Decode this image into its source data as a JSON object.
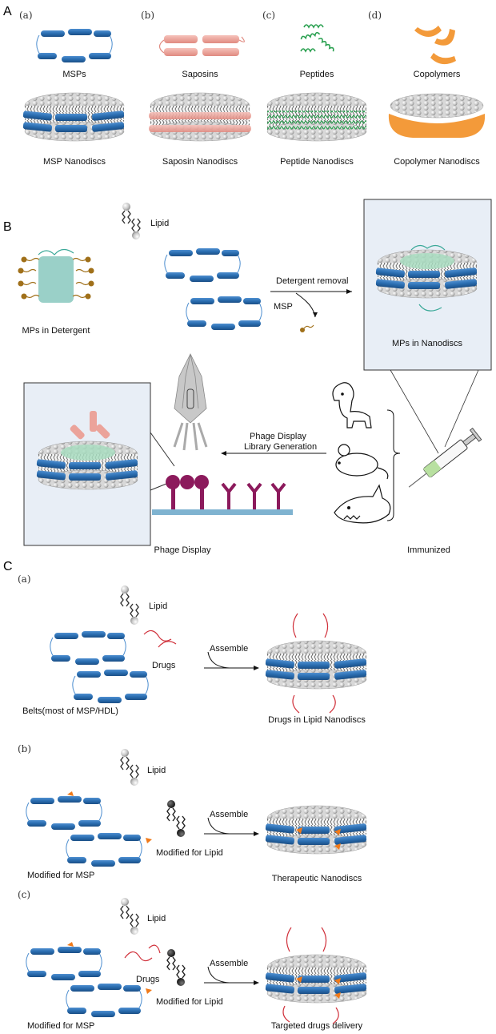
{
  "panel_A": {
    "letter": "A",
    "columns": [
      {
        "tag": "(a)",
        "component": "MSPs",
        "nanodisc": "MSP Nanodiscs"
      },
      {
        "tag": "(b)",
        "component": "Saposins",
        "nanodisc": "Saposin Nanodiscs"
      },
      {
        "tag": "(c)",
        "component": "Peptides",
        "nanodisc": "Peptide Nanodiscs"
      },
      {
        "tag": "(d)",
        "component": "Copolymers",
        "nanodisc": "Copolymer Nanodiscs"
      }
    ]
  },
  "panel_B": {
    "letter": "B",
    "lipid": "Lipid",
    "mps_detergent": "MPs in Detergent",
    "msp": "MSP",
    "detergent_removal": "Detergent removal",
    "mps_nanodiscs": "MPs in Nanodiscs",
    "phage_line1": "Phage Display",
    "phage_line2": "Library Generation",
    "phage_display": "Phage Display",
    "immunized": "Immunized"
  },
  "panel_C": {
    "letter": "C",
    "a": {
      "tag": "(a)",
      "lipid": "Lipid",
      "drugs": "Drugs",
      "assemble": "Assemble",
      "belts": "Belts(most of MSP/HDL)",
      "result": "Drugs in Lipid Nanodiscs"
    },
    "b": {
      "tag": "(b)",
      "lipid": "Lipid",
      "assemble": "Assemble",
      "mod_lipid": "Modified for Lipid",
      "mod_msp": "Modified for MSP",
      "result": "Therapeutic Nanodiscs"
    },
    "c": {
      "tag": "(c)",
      "lipid": "Lipid",
      "drugs": "Drugs",
      "assemble": "Assemble",
      "mod_lipid": "Modified for Lipid",
      "mod_msp": "Modified for MSP",
      "result": "Targeted drugs delivery"
    }
  },
  "colors": {
    "msp_blue": "#2a6db0",
    "saposin_pink": "#eba39a",
    "peptide_green": "#2aa050",
    "copolymer_orange": "#f39a3a",
    "lipid_gray": "#c8c8c8",
    "drug_red": "#d0303a",
    "protein_teal": "#9ad0c8",
    "antibody_purple": "#8c1a5c",
    "box_bg": "#e8eef6"
  }
}
